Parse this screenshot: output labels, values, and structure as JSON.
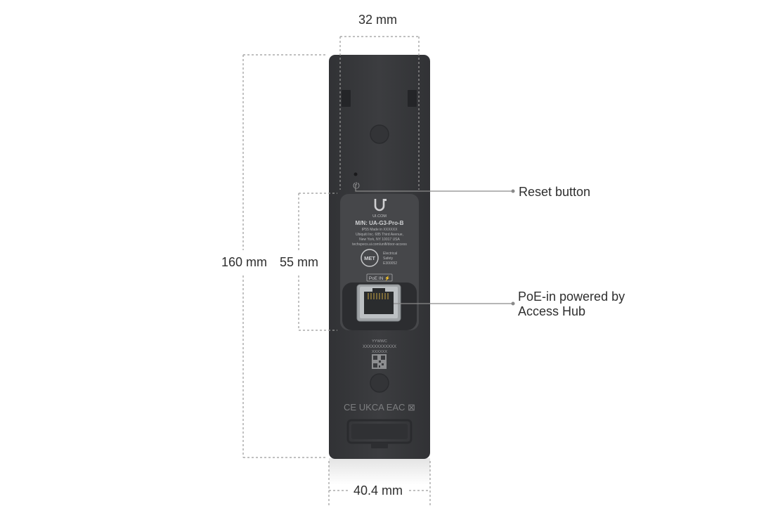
{
  "dimensions": {
    "top_width": "32 mm",
    "height": "160 mm",
    "panel_height": "55 mm",
    "bottom_width": "40.4 mm"
  },
  "callouts": {
    "reset_button": "Reset button",
    "poe_line1": "PoE-in powered by",
    "poe_line2": "Access Hub"
  },
  "label": {
    "brand": "UI.COM",
    "model": "M/N: UA-G3-Pro-B",
    "rating": "IP55    Made in XXXXXX",
    "address1": "Ubiquiti Inc. 685 Third Avenue,",
    "address2": "New York, NY 10017 USA",
    "url": "techspecs.ui.com/unifi/door-access",
    "met_logo": "MET",
    "met_line1": "Electrical",
    "met_line2": "Safety",
    "met_line3": "E300052",
    "poe_port_label": "PoE IN ⚡",
    "date_code": "YYWWC",
    "serial": "XXXXXXXXXXXX",
    "serial2": "XXXXXX",
    "cert_marks": "CE UKCA EAC ⊠"
  },
  "colors": {
    "device_body": "#3a3b3e",
    "label_panel": "#46474a",
    "port_recess": "#2c2d30"
  }
}
